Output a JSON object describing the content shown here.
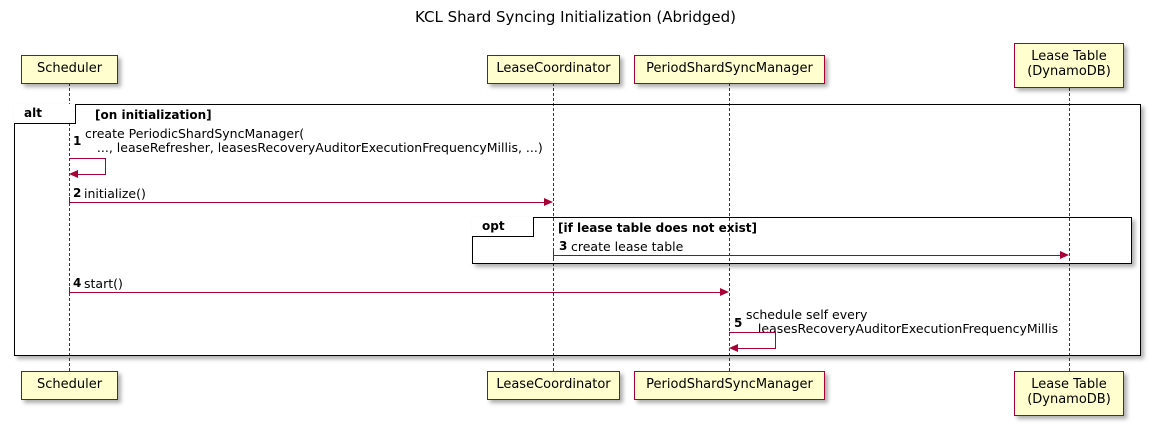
{
  "title": "KCL Shard Syncing Initialization (Abridged)",
  "participants": [
    {
      "id": "scheduler",
      "label": "Scheduler"
    },
    {
      "id": "lease-coordinator",
      "label": "LeaseCoordinator"
    },
    {
      "id": "period-shard-sync-manager",
      "label": "PeriodShardSyncManager"
    },
    {
      "id": "lease-table",
      "label": "Lease Table\n(DynamoDB)"
    }
  ],
  "fragments": [
    {
      "id": "alt",
      "keyword": "alt",
      "condition": "[on initialization]"
    },
    {
      "id": "opt",
      "keyword": "opt",
      "condition": "[if lease table does not exist]"
    }
  ],
  "messages": [
    {
      "number": "1",
      "text": "create PeriodicShardSyncManager(\n   ..., leaseRefresher, leasesRecoveryAuditorExecutionFrequencyMillis, ...)",
      "from": "Scheduler",
      "to": "Scheduler",
      "kind": "self-call"
    },
    {
      "number": "2",
      "text": "initialize()",
      "from": "Scheduler",
      "to": "LeaseCoordinator",
      "kind": "call"
    },
    {
      "number": "3",
      "text": "create lease table",
      "from": "LeaseCoordinator",
      "to": "Lease Table (DynamoDB)",
      "kind": "call"
    },
    {
      "number": "4",
      "text": "start()",
      "from": "Scheduler",
      "to": "PeriodShardSyncManager",
      "kind": "call"
    },
    {
      "number": "5",
      "text": "schedule self every\n   leasesRecoveryAuditorExecutionFrequencyMillis",
      "from": "PeriodShardSyncManager",
      "to": "PeriodShardSyncManager",
      "kind": "self-call"
    }
  ],
  "colors": {
    "participant_fill": "#FEFECE",
    "participant_border": "#A80036",
    "arrow": "#A80036",
    "frame_border": "#000000",
    "background": "#FFFFFF",
    "text": "#000000"
  }
}
